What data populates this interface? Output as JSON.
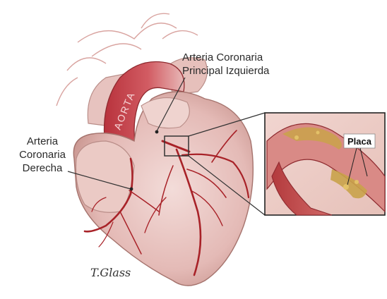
{
  "labels": {
    "aorta": "AORTA",
    "left_main_line1": "Arteria Coronaria",
    "left_main_line2": "Principal Izquierda",
    "right_line1": "Arteria",
    "right_line2": "Coronaria",
    "right_line3": "Derecha",
    "plaque": "Placa"
  },
  "signature": "T.Glass",
  "colors": {
    "heart_tissue": "#ecd0cc",
    "aorta": "#c9454f",
    "artery": "#a82228",
    "plaque": "#c9a24a",
    "inset_border": "#222222",
    "leader_line": "#333333"
  }
}
